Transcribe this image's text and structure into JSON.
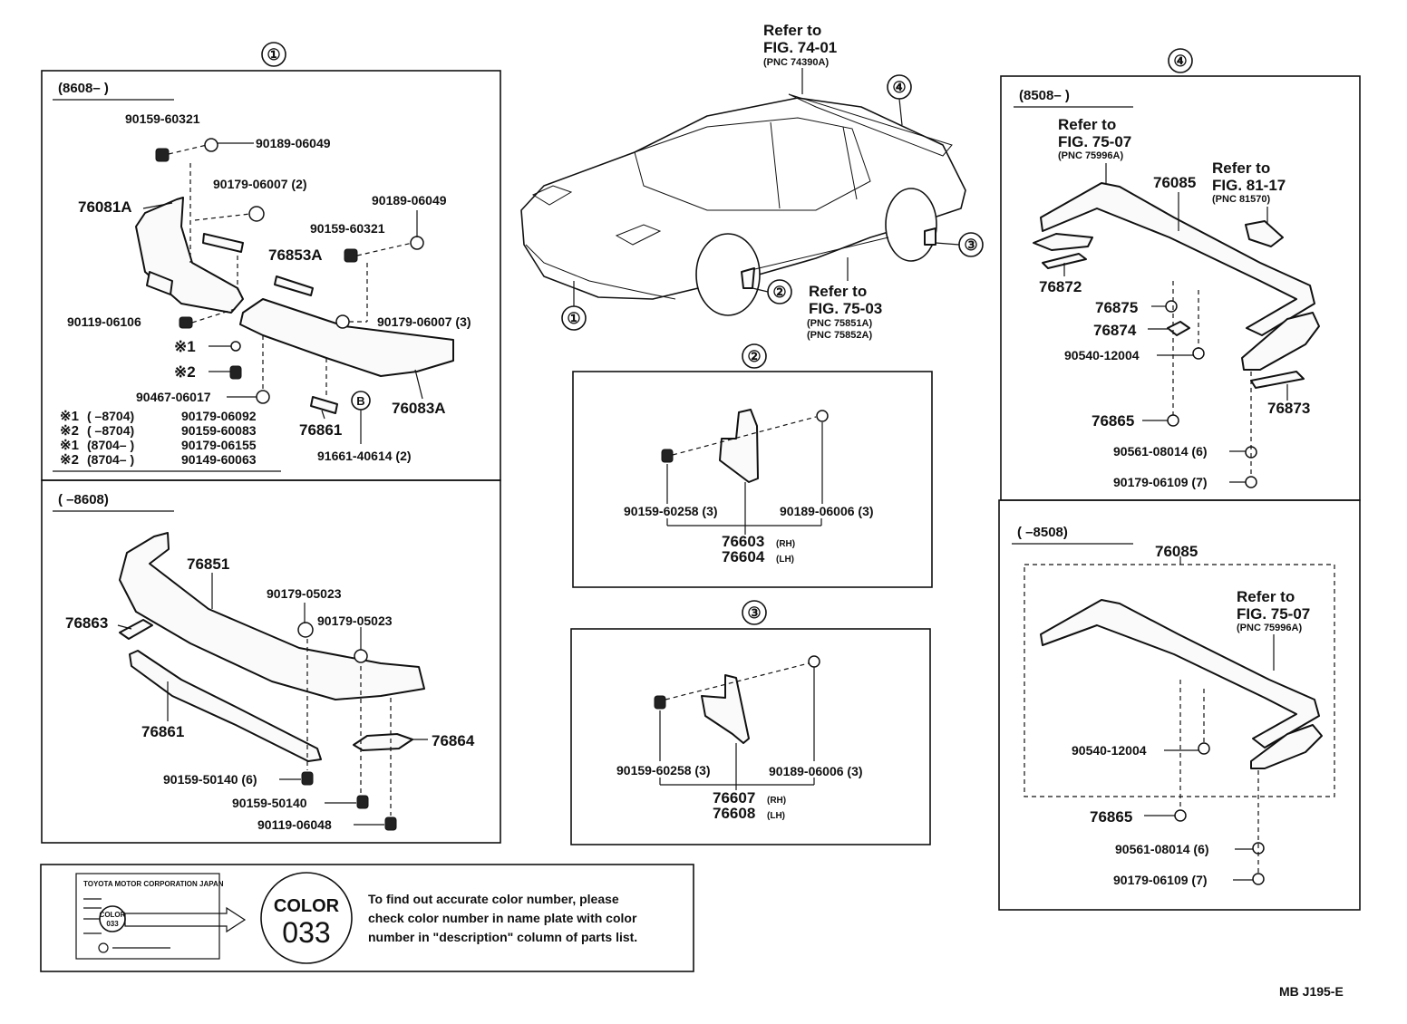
{
  "callouts": [
    "①",
    "②",
    "③",
    "④",
    "B"
  ],
  "center": {
    "refer_to": "Refer to",
    "fig_74_01": "FIG. 74-01",
    "pnc_74390a": "(PNC 74390A)",
    "fig_75_03": "FIG. 75-03",
    "pnc_75851a": "(PNC 75851A)",
    "pnc_75852a": "(PNC 75852A)"
  },
  "panel1": {
    "upper_range": "(8608–        )",
    "lower_range": "(        –8608)",
    "labels": {
      "p90159_60321": "90159-60321",
      "p90189_06049": "90189-06049",
      "p90179_06007_2": "90179-06007 (2)",
      "p76081A": "76081A",
      "p90189_06049b": "90189-06049",
      "p90159_60321b": "90159-60321",
      "p76853A": "76853A",
      "p90119_06106": "90119-06106",
      "p90179_06007_3": "90179-06007 (3)",
      "star1": "※1",
      "star2": "※2",
      "p90467_06017": "90467-06017",
      "p76083A": "76083A",
      "p76861": "76861",
      "p91661_40614": "91661-40614 (2)"
    },
    "notes": [
      {
        "mark": "※1",
        "range": "(        –8704)",
        "part": "90179-06092"
      },
      {
        "mark": "※2",
        "range": "(        –8704)",
        "part": "90159-60083"
      },
      {
        "mark": "※1",
        "range": "(8704–        )",
        "part": "90179-06155"
      },
      {
        "mark": "※2",
        "range": "(8704–        )",
        "part": "90149-60063"
      }
    ],
    "lower_labels": {
      "p76851": "76851",
      "p90179_05023a": "90179-05023",
      "p90179_05023b": "90179-05023",
      "p76863": "76863",
      "p76861": "76861",
      "p76864": "76864",
      "p90159_50140_6": "90159-50140 (6)",
      "p90159_50140": "90159-50140",
      "p90119_06048": "90119-06048"
    }
  },
  "panel2": {
    "bolt": "90159-60258 (3)",
    "nut": "90189-06006 (3)",
    "rh_num": "76603",
    "rh_tag": "(RH)",
    "lh_num": "76604",
    "lh_tag": "(LH)"
  },
  "panel3": {
    "bolt": "90159-60258 (3)",
    "nut": "90189-06006 (3)",
    "rh_num": "76607",
    "rh_tag": "(RH)",
    "lh_num": "76608",
    "lh_tag": "(LH)"
  },
  "panel4": {
    "upper_range": "(8508–        )",
    "lower_range": "(        –8508)",
    "refer_to": "Refer to",
    "fig_75_07": "FIG. 75-07",
    "pnc_75996a": "(PNC 75996A)",
    "fig_81_17": "FIG. 81-17",
    "pnc_81570": "(PNC 81570)",
    "upper_labels": {
      "p76085": "76085",
      "p76872": "76872",
      "p76875": "76875",
      "p76874": "76874",
      "p90540_12004": "90540-12004",
      "p76873": "76873",
      "p76865": "76865",
      "p90561_08014": "90561-08014 (6)",
      "p90179_06109": "90179-06109 (7)"
    },
    "lower_labels": {
      "p76085": "76085",
      "p90540_12004": "90540-12004",
      "p76865": "76865",
      "p90561_08014": "90561-08014 (6)",
      "p90179_06109": "90179-06109 (7)"
    }
  },
  "color_note": {
    "plate_company": "TOYOTA MOTOR CORPORATION JAPAN",
    "plate_color_word": "COLOR",
    "plate_color_code": "033",
    "badge_word": "COLOR",
    "badge_code": "033",
    "line1": "To find out accurate color number, please",
    "line2": "check color number in name plate with color",
    "line3": "number in \"description\" column of parts list."
  },
  "footer_code": "MB  J195-E"
}
